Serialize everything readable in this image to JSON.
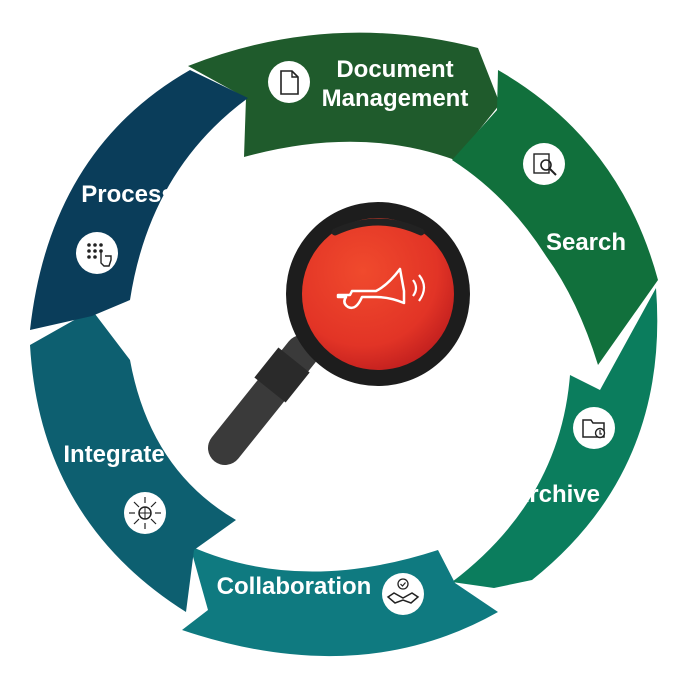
{
  "diagram": {
    "segments": [
      {
        "label": "Document",
        "label2": "Management",
        "icon": "document-icon",
        "color": "#1f5b2c"
      },
      {
        "label": "Search",
        "icon": "magnifier-search-icon",
        "color": "#11703c"
      },
      {
        "label": "Archive",
        "icon": "archive-folder-icon",
        "color": "#0b7d5d"
      },
      {
        "label": "Collaboration",
        "icon": "handshake-icon",
        "color": "#0f7a80"
      },
      {
        "label": "Integrate",
        "icon": "network-globe-icon",
        "color": "#0d5f70"
      },
      {
        "label": "Process",
        "icon": "touch-grid-icon",
        "color": "#0a3d5a"
      }
    ],
    "center": {
      "icon": "magnifying-glass-icon",
      "inner_icon": "bugle-icon",
      "lens_color": "#e8352a"
    }
  }
}
